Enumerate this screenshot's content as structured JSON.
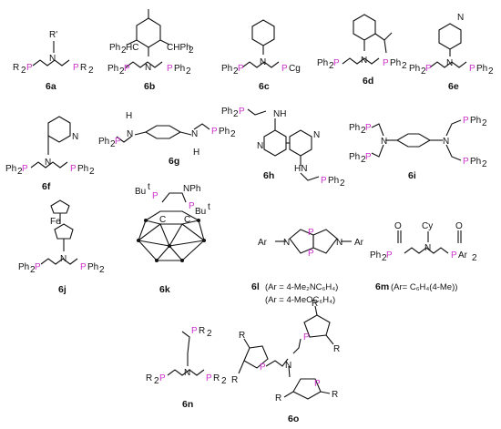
{
  "colors": {
    "phosphorus": "#cc33cc",
    "ink": "#111111",
    "background": "#ffffff"
  },
  "compounds": [
    {
      "id": "6a",
      "label": "6a",
      "fragments": [
        "R'",
        "N",
        "R",
        "2",
        "P",
        "P",
        "R",
        "2"
      ]
    },
    {
      "id": "6b",
      "label": "6b",
      "fragments": [
        "Ph",
        "2",
        "HC",
        "CHPh",
        "2",
        "Ph",
        "2",
        "P",
        "N",
        "P",
        "Ph",
        "2"
      ]
    },
    {
      "id": "6c",
      "label": "6c",
      "fragments": [
        "Ph",
        "2",
        "P",
        "N",
        "P",
        "Cg"
      ]
    },
    {
      "id": "6d",
      "label": "6d",
      "fragments": [
        "Ph",
        "2",
        "P",
        "N",
        "P",
        "Ph",
        "2"
      ]
    },
    {
      "id": "6e",
      "label": "6e",
      "fragments": [
        "N",
        "Ph",
        "2",
        "P",
        "N",
        "P",
        "Ph",
        "2"
      ]
    },
    {
      "id": "6f",
      "label": "6f",
      "fragments": [
        "N",
        "Ph",
        "2",
        "P",
        "N",
        "P",
        "Ph",
        "2"
      ]
    },
    {
      "id": "6g",
      "label": "6g",
      "fragments": [
        "H",
        "N",
        "P",
        "Ph",
        "2",
        "Ph",
        "2",
        "P",
        "N",
        "H"
      ]
    },
    {
      "id": "6h",
      "label": "6h",
      "fragments": [
        "Ph",
        "2",
        "P",
        "NH",
        "N",
        "N",
        "HN",
        "P",
        "Ph",
        "2"
      ]
    },
    {
      "id": "6i",
      "label": "6i",
      "fragments": [
        "Ph",
        "2",
        "P",
        "Ph",
        "2",
        "P",
        "N",
        "N",
        "P",
        "Ph",
        "2",
        "P",
        "Ph",
        "2"
      ]
    },
    {
      "id": "6j",
      "label": "6j",
      "fragments": [
        "Fe",
        "Ph",
        "2",
        "P",
        "N",
        "P",
        "Ph",
        "2"
      ]
    },
    {
      "id": "6k",
      "label": "6k",
      "fragments": [
        "Bu",
        "t",
        "P",
        "NPh",
        "P",
        "Bu",
        "t",
        "C",
        "C"
      ]
    },
    {
      "id": "6l",
      "label": "6l",
      "fragments": [
        "Ar",
        "N",
        "P",
        "P",
        "N",
        "Ar"
      ],
      "notes": [
        "(Ar = 4-Me₂NC₆H₄)",
        "(Ar = 4-MeOC₆H₄)"
      ]
    },
    {
      "id": "6m",
      "label": "6m",
      "fragments": [
        "O",
        "Cy",
        "O",
        "Ph",
        "2",
        "P",
        "N",
        "P",
        "Ar",
        "2"
      ],
      "notes": [
        "(Ar= C₆H₄(4-Me))"
      ]
    },
    {
      "id": "6n",
      "label": "6n",
      "fragments": [
        "P",
        "R",
        "2",
        "R",
        "2",
        "P",
        "N",
        "P",
        "R",
        "2"
      ]
    },
    {
      "id": "6o",
      "label": "6o",
      "fragments": [
        "R",
        "R",
        "P",
        "R",
        "R",
        "N",
        "P",
        "R",
        "P",
        "R"
      ]
    }
  ]
}
